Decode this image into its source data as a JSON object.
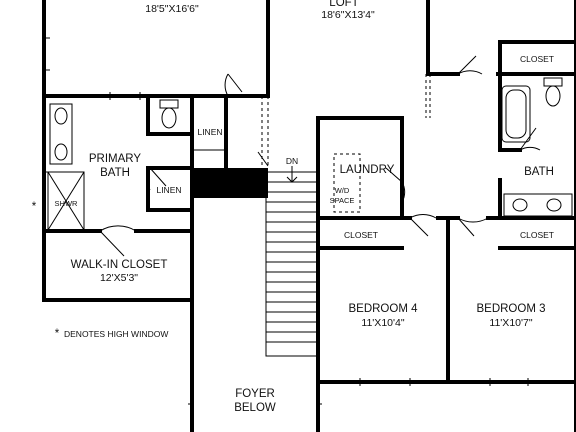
{
  "plan": {
    "top_left_room_dims": "18'5\"X16'6\"",
    "loft": {
      "name": "LOFT",
      "dims": "18'6\"X13'4\""
    },
    "primary_bath": {
      "line1": "PRIMARY",
      "line2": "BATH"
    },
    "shower": "SHWR",
    "linen_upper": "LINEN",
    "linen_lower": "LINEN",
    "walk_in_closet": {
      "name": "WALK-IN CLOSET",
      "dims": "12'X5'3\""
    },
    "stairs_label": "DN",
    "laundry": "LAUNDRY",
    "wd_space": {
      "line1": "W/D",
      "line2": "SPACE"
    },
    "closet_top_right": "CLOSET",
    "bath": "BATH",
    "closet_bed4": "CLOSET",
    "closet_bed3": "CLOSET",
    "bedroom4": {
      "name": "BEDROOM 4",
      "dims": "11'X10'4\""
    },
    "bedroom3": {
      "name": "BEDROOM 3",
      "dims": "11'X10'7\""
    },
    "foyer": {
      "line1": "FOYER",
      "line2": "BELOW"
    },
    "high_window_mark": "*",
    "note": "DENOTES HIGH WINDOW"
  }
}
